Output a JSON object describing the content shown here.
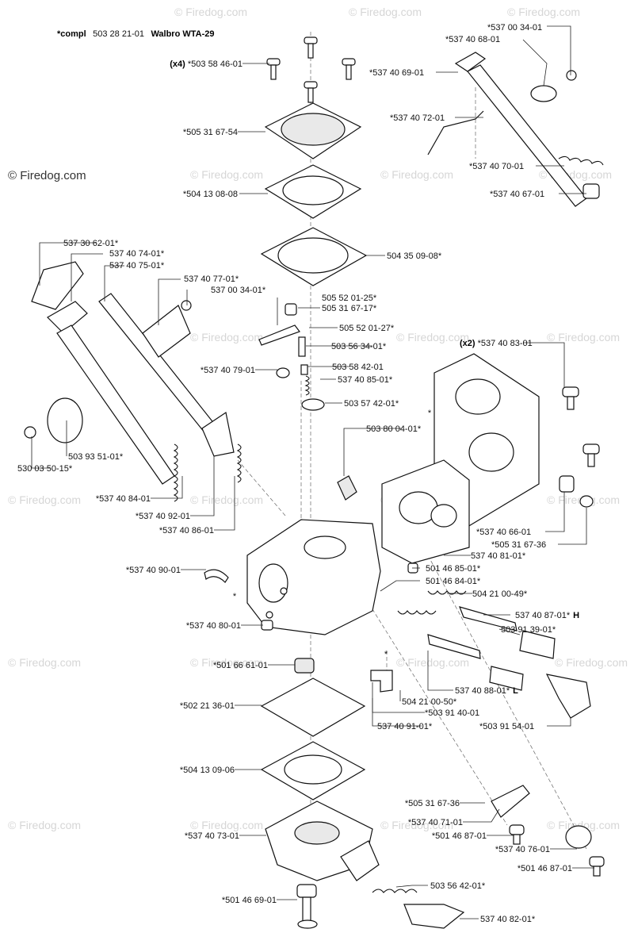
{
  "header": {
    "prefix": "*compl",
    "number": "503 28 21-01",
    "model": "Walbro WTA-29"
  },
  "copyright": "© Firedog.com",
  "watermark_text": "© Firedog.com",
  "colors": {
    "ink": "#111111",
    "watermark": "#d6d6d6",
    "background": "#ffffff"
  },
  "callouts": [
    {
      "id": "c01",
      "text": "*537 00 34-01"
    },
    {
      "id": "c02",
      "text": "*537 40 68-01"
    },
    {
      "id": "c03",
      "qty": "(x4)",
      "text": "*503 58 46-01"
    },
    {
      "id": "c04",
      "text": "*537 40 69-01"
    },
    {
      "id": "c05",
      "text": "*505 31 67-54"
    },
    {
      "id": "c06",
      "text": "*537 40 72-01"
    },
    {
      "id": "c07",
      "text": "*537 40 70-01"
    },
    {
      "id": "c08",
      "text": "*504 13 08-08"
    },
    {
      "id": "c09",
      "text": "*537 40 67-01"
    },
    {
      "id": "c10",
      "text": "537 30 62-01*"
    },
    {
      "id": "c11",
      "text": "537 40 74-01*"
    },
    {
      "id": "c12",
      "text": "537 40 75-01*"
    },
    {
      "id": "c13",
      "text": "504 35 09-08*"
    },
    {
      "id": "c14",
      "text": "537 40 77-01*"
    },
    {
      "id": "c15",
      "text": "537 00 34-01*"
    },
    {
      "id": "c16",
      "text": "505 52 01-25*"
    },
    {
      "id": "c17",
      "text": "505 31 67-17*"
    },
    {
      "id": "c18",
      "text": "505 52 01-27*"
    },
    {
      "id": "c19",
      "text": "503 56 34-01*"
    },
    {
      "id": "c20",
      "qty": "(x2)",
      "text": "*537 40 83-01"
    },
    {
      "id": "c21",
      "text": "*537 40 79-01"
    },
    {
      "id": "c22",
      "text": "503 58 42-01"
    },
    {
      "id": "c23",
      "text": "537 40 85-01*"
    },
    {
      "id": "c24",
      "text": "503 57 42-01*"
    },
    {
      "id": "c25",
      "text": "503 80 04-01*"
    },
    {
      "id": "c26",
      "text": "503 93 51-01*"
    },
    {
      "id": "c27",
      "text": "530 03 50-15*"
    },
    {
      "id": "c28",
      "text": "*537 40 84-01"
    },
    {
      "id": "c29",
      "text": "*537 40 92-01"
    },
    {
      "id": "c30",
      "text": "*537 40 86-01"
    },
    {
      "id": "c31",
      "text": "*537 40 66-01"
    },
    {
      "id": "c32",
      "text": "*505 31 67-36"
    },
    {
      "id": "c33",
      "text": "537 40 81-01*"
    },
    {
      "id": "c34",
      "text": "*537 40 90-01"
    },
    {
      "id": "c35",
      "text": "501 46 85-01*"
    },
    {
      "id": "c36",
      "text": "501 46 84-01*"
    },
    {
      "id": "c37",
      "text": "504 21 00-49*"
    },
    {
      "id": "c38",
      "text": "537 40 87-01*",
      "suffix": "H"
    },
    {
      "id": "c39",
      "text": "*537 40 80-01"
    },
    {
      "id": "c40",
      "text": "503 91 39-01*"
    },
    {
      "id": "c41",
      "text": "*501 66 61-01"
    },
    {
      "id": "c42",
      "text": "537 40 88-01*",
      "suffix": "L"
    },
    {
      "id": "c43",
      "text": "*502 21 36-01"
    },
    {
      "id": "c44",
      "text": "504 21 00-50*"
    },
    {
      "id": "c45",
      "text": "*503 91 40-01"
    },
    {
      "id": "c46",
      "text": "537 40 91-01*"
    },
    {
      "id": "c47",
      "text": "*503 91 54-01"
    },
    {
      "id": "c48",
      "text": "*504 13 09-06"
    },
    {
      "id": "c49",
      "text": "*505 31 67-36"
    },
    {
      "id": "c50",
      "text": "*537 40 71-01"
    },
    {
      "id": "c51",
      "text": "*501 46 87-01"
    },
    {
      "id": "c52",
      "text": "*537 40 73-01"
    },
    {
      "id": "c53",
      "text": "*537 40 76-01"
    },
    {
      "id": "c54",
      "text": "*501 46 87-01"
    },
    {
      "id": "c55",
      "text": "*501 46 69-01"
    },
    {
      "id": "c56",
      "text": "503 56 42-01*"
    },
    {
      "id": "c57",
      "text": "537 40 82-01*"
    },
    {
      "id": "m1",
      "text": "*"
    },
    {
      "id": "m2",
      "text": "*"
    },
    {
      "id": "m3",
      "text": "*"
    }
  ]
}
